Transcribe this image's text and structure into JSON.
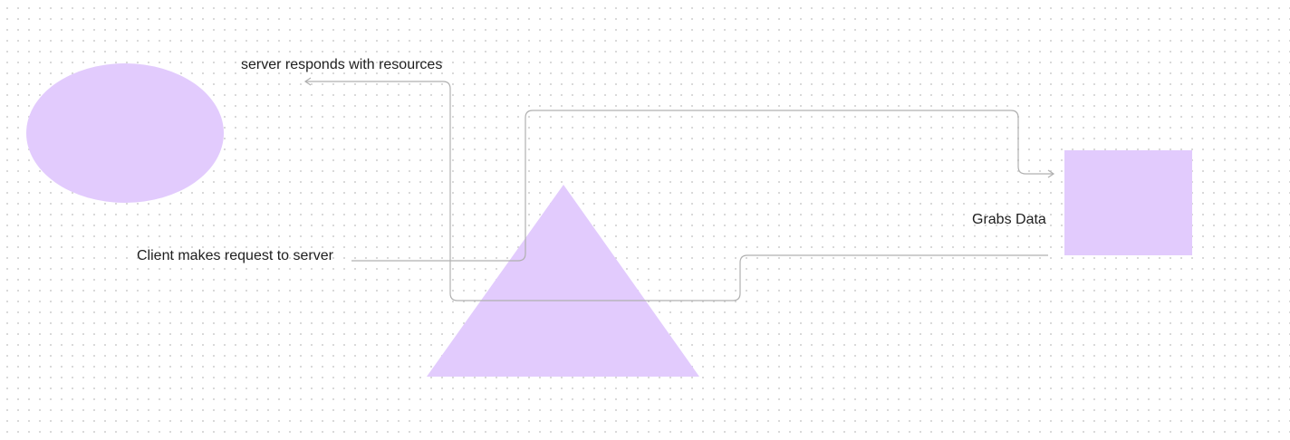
{
  "diagram": {
    "labels": {
      "client_request": "Client makes request to server",
      "server_response": "server responds with resources",
      "grabs_data": "Grabs Data"
    },
    "colors": {
      "shape_fill": "#e2cbfd",
      "connector": "#b0b0b0",
      "text": "#1e1e1e",
      "grid_dot": "#d3d3d3"
    },
    "shapes": [
      "ellipse",
      "triangle",
      "rectangle"
    ]
  }
}
